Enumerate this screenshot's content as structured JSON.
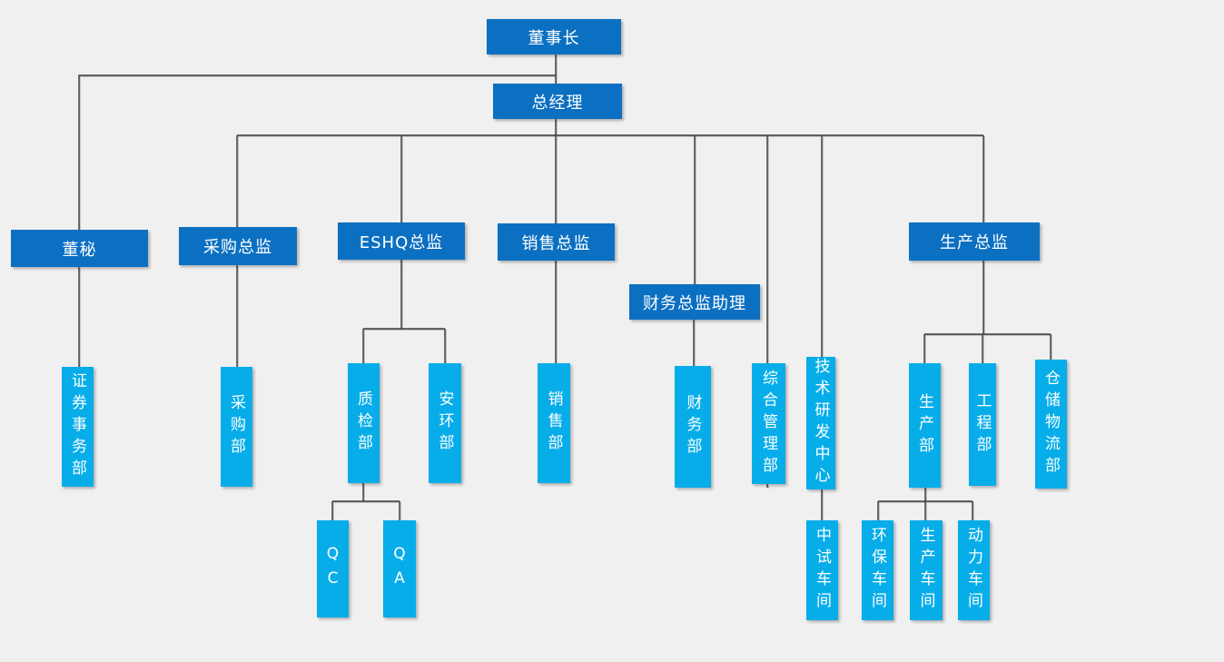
{
  "diagram": {
    "type": "org-chart",
    "colors": {
      "executive_box": "#0c70c2",
      "department_box": "#07ade9",
      "connector": "#3d3d3d",
      "background": "#f0f0f0",
      "node_text": "#ffffff"
    },
    "nodes": {
      "chairman": "董事长",
      "general_manager": "总经理",
      "board_secretary": "董秘",
      "procurement_director": "采购总监",
      "eshq_director": "ESHQ总监",
      "sales_director": "销售总监",
      "finance_director_assistant": "财务总监助理",
      "production_director": "生产总监",
      "securities_affairs_dept": "证券事务部",
      "procurement_dept": "采购部",
      "quality_inspection_dept": "质检部",
      "safety_environment_dept": "安环部",
      "sales_dept": "销售部",
      "finance_dept": "财务部",
      "general_management_dept": "综合管理部",
      "tech_rd_center": "技术研发中心",
      "production_dept": "生产部",
      "engineering_dept": "工程部",
      "warehouse_logistics_dept": "仓储物流部",
      "qc": "QC",
      "qa": "QA",
      "pilot_workshop": "中试车间",
      "environmental_workshop": "环保车间",
      "production_workshop": "生产车间",
      "power_workshop": "动力车间"
    }
  }
}
